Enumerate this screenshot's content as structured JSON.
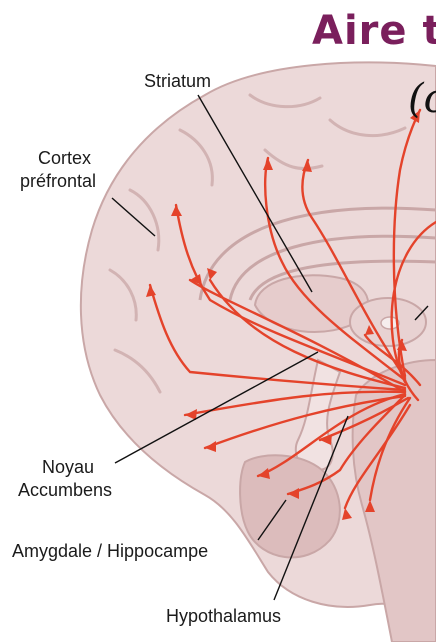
{
  "heading": {
    "title": "Aire t",
    "subtitle": "(c"
  },
  "labels": {
    "striatum": "Striatum",
    "cortex_line1": "Cortex",
    "cortex_line2": "préfrontal",
    "noyau_line1": "Noyau",
    "noyau_line2": "Accumbens",
    "amygdale": "Amygdale / Hippocampe",
    "hypothalamus": "Hypothalamus"
  },
  "colors": {
    "title": "#7a1f5c",
    "brain_fill": "#ecd9d9",
    "brain_shadow": "#d9bcbc",
    "pathway": "#e4432b",
    "leader_line": "#111111"
  }
}
